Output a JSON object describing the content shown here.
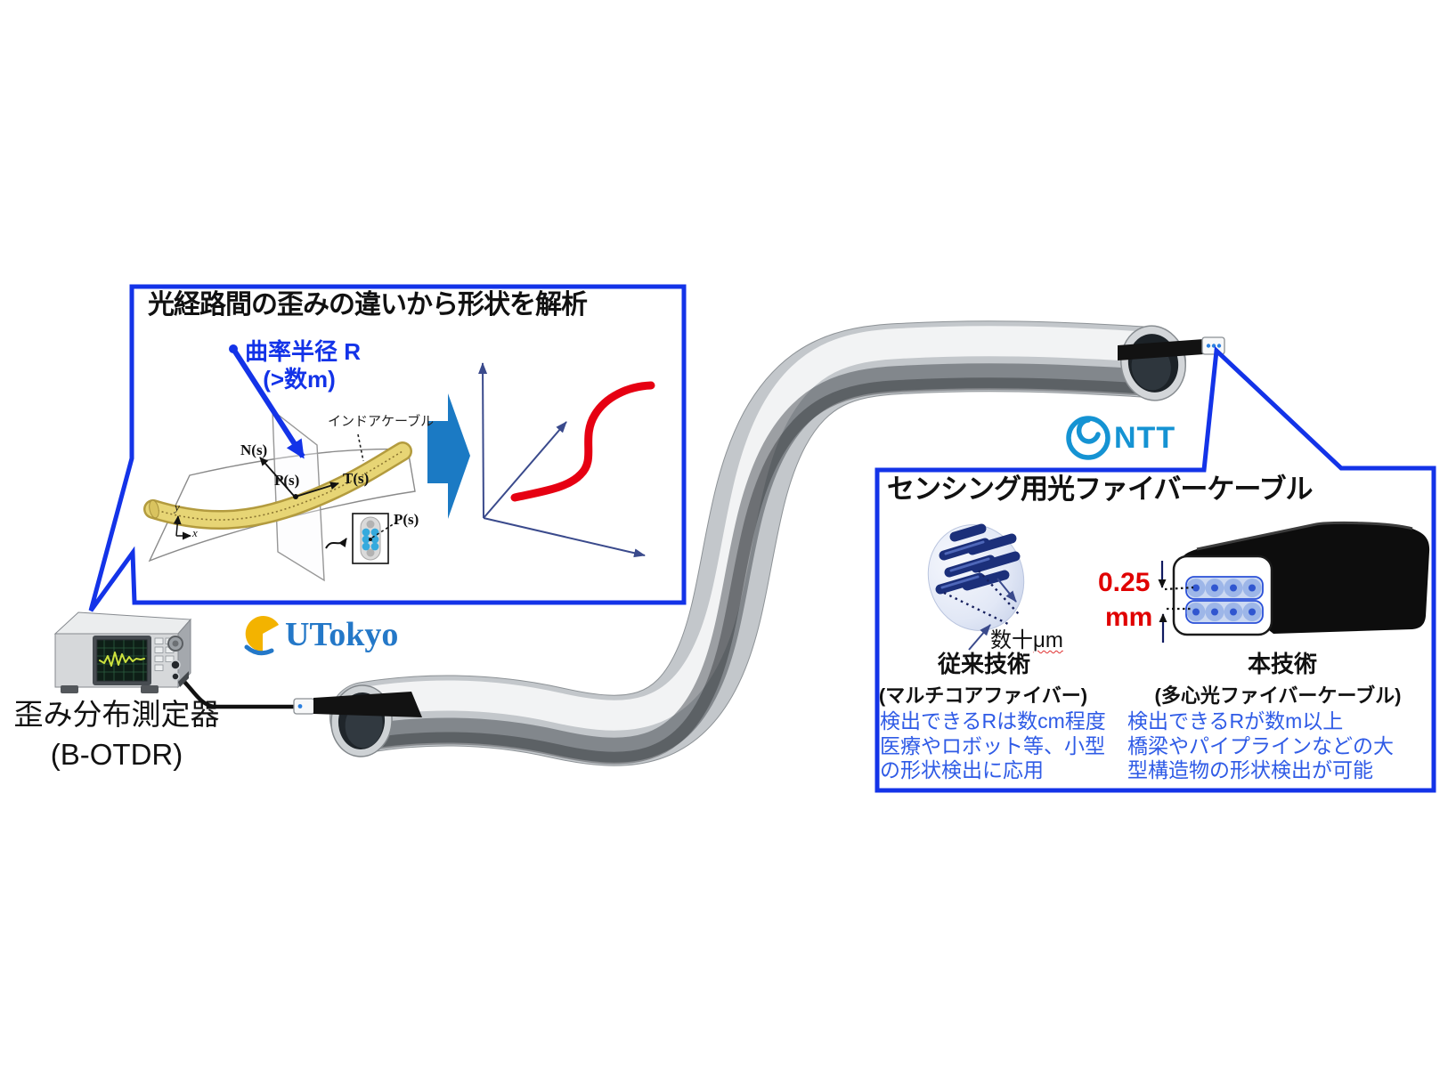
{
  "left_panel": {
    "title": "光経路間の歪みの違いから形状を解析",
    "curvature_line1": "曲率半径 R",
    "curvature_line2": "(>数m)",
    "cable_label": "インドアケーブル",
    "vectors": {
      "n": "N(s)",
      "p": "P(s)",
      "t": "T(s)",
      "inset_p": "P(s)"
    },
    "axes": {
      "x": "x",
      "y": "y"
    }
  },
  "instrument": {
    "label_line1": "歪み分布測定器",
    "label_line2": "(B-OTDR)"
  },
  "logos": {
    "utokyo": "UTokyo",
    "ntt": "NTT"
  },
  "right_panel": {
    "title": "センシング用光ファイバーケーブル",
    "dimension": {
      "value": "0.25",
      "unit": "mm"
    },
    "micro_label": {
      "prefix": "数十",
      "suffix": "μm"
    },
    "conventional": {
      "heading": "従来技術",
      "subheading": "(マルチコアファイバー)",
      "lines": [
        "検出できるRは数cm程度",
        "医療やロボット等、小型",
        "の形状検出に応用"
      ]
    },
    "proposed": {
      "heading": "本技術",
      "subheading": "(多心光ファイバーケーブル)",
      "lines": [
        "検出できるRが数m以上",
        "橋梁やパイプラインなどの大",
        "型構造物の形状検出が可能"
      ]
    }
  },
  "colors": {
    "accent_blue": "#1333e8",
    "big_arrow_blue": "#1b7ac4",
    "red": "#e60012",
    "body_text_blue": "#2f5be6",
    "ntt_blue": "#1593d3",
    "utokyo_blue": "#2478c8",
    "utokyo_yellow": "#f3b300",
    "cable_yellow": "#e7d575"
  }
}
